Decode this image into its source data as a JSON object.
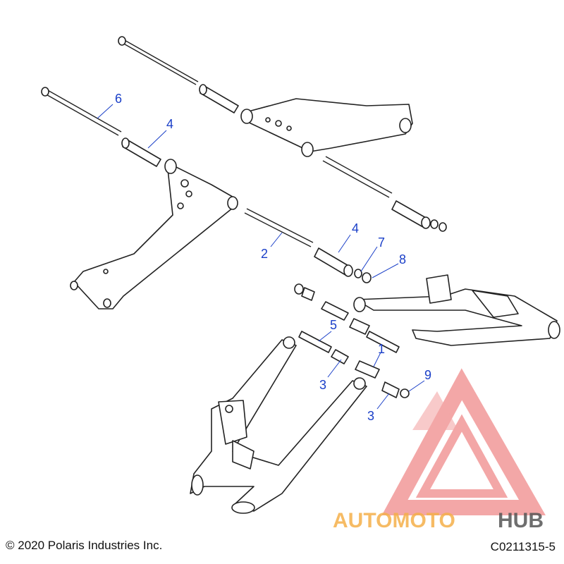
{
  "callouts": [
    {
      "id": "c6",
      "label": "6"
    },
    {
      "id": "c4a",
      "label": "4"
    },
    {
      "id": "c4b",
      "label": "4"
    },
    {
      "id": "c2",
      "label": "2"
    },
    {
      "id": "c7",
      "label": "7"
    },
    {
      "id": "c8",
      "label": "8"
    },
    {
      "id": "c5",
      "label": "5"
    },
    {
      "id": "c1",
      "label": "1"
    },
    {
      "id": "c3a",
      "label": "3"
    },
    {
      "id": "c3b",
      "label": "3"
    },
    {
      "id": "c9",
      "label": "9"
    }
  ],
  "watermark": {
    "part1": "AUTOMOTO",
    "part2": "HUB",
    "color_primary": "#f08a8a",
    "color_secondary": "#f5b04a",
    "color_dark": "#555555"
  },
  "footer": {
    "copyright": "© 2020 Polaris Industries Inc.",
    "code": "C0211315-5"
  },
  "colors": {
    "callout": "#1a3fc8",
    "line": "#222222"
  }
}
